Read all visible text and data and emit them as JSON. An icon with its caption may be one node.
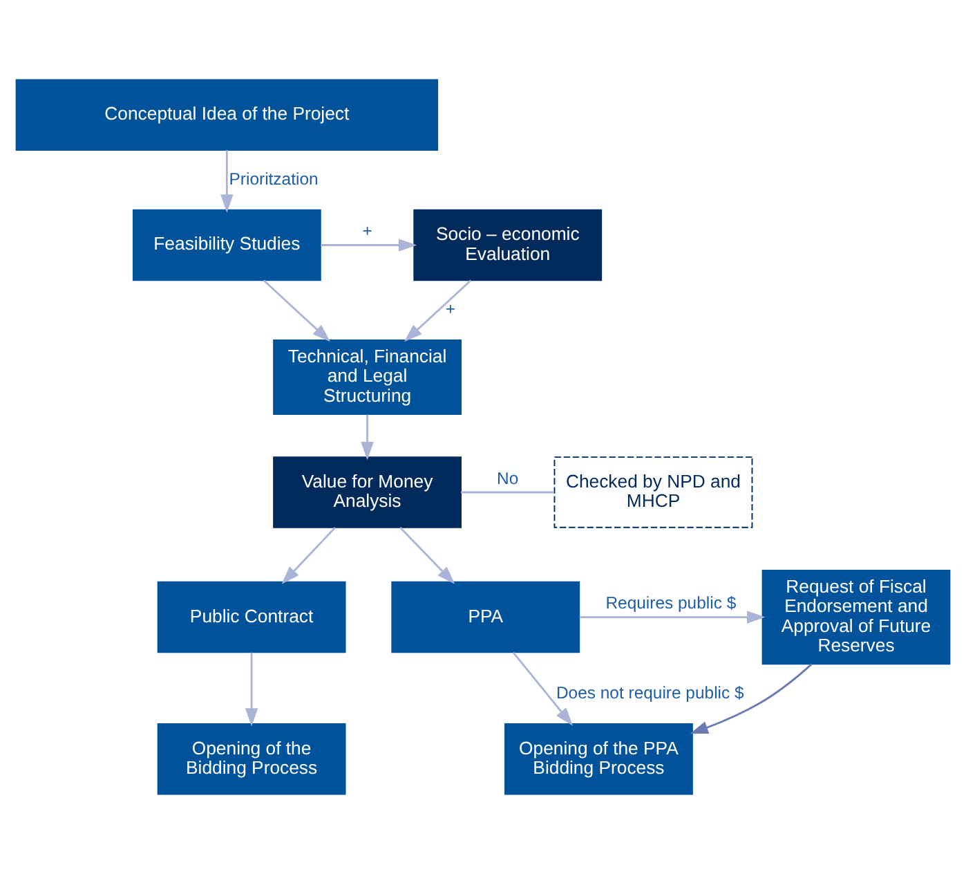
{
  "diagram": {
    "nodes": [
      {
        "text": [
          "Conceptual Idea of the Project"
        ]
      },
      {
        "text": [
          "Feasibility Studies"
        ]
      },
      {
        "text": [
          "Socio – economic Evaluation"
        ]
      },
      {
        "text": [
          "Technical, Financial and Legal Structuring"
        ]
      },
      {
        "text": [
          "Value for Money Analysis"
        ]
      },
      {
        "text": [
          "Checked by NPD and MHCP"
        ]
      },
      {
        "text": [
          "Public Contract"
        ]
      },
      {
        "text": [
          "PPA"
        ]
      },
      {
        "text": [
          "Request of Fiscal Endorsement and Approval of Future Reserves"
        ]
      },
      {
        "text": [
          "Opening of the Bidding Process"
        ]
      },
      {
        "text": [
          "Opening of the PPA Bidding Process"
        ]
      }
    ],
    "edges": [
      {
        "from": 0,
        "to": 1,
        "arrow": "to",
        "label": "Prioritzation"
      },
      {
        "from": 1,
        "to": 2,
        "arrow": "to",
        "label": "+"
      },
      {
        "from": 1,
        "to": 3,
        "arrow": "to"
      },
      {
        "from": 2,
        "to": 3,
        "arrow": "to",
        "label": "+"
      },
      {
        "from": 3,
        "to": 4,
        "arrow": "to"
      },
      {
        "from": 4,
        "to": 5,
        "arrow": "none",
        "label": "No"
      },
      {
        "from": 4,
        "to": 6,
        "arrow": "to"
      },
      {
        "from": 4,
        "to": 7,
        "arrow": "to"
      },
      {
        "from": 7,
        "to": 8,
        "arrow": "to",
        "label": "Requires public $"
      },
      {
        "from": 6,
        "to": 9,
        "arrow": "to"
      },
      {
        "from": 7,
        "to": 10,
        "arrow": "to",
        "label": "Does not require public $"
      },
      {
        "from": 8,
        "to": 10,
        "arrow": "to",
        "color": "#6a7bb3"
      }
    ]
  }
}
